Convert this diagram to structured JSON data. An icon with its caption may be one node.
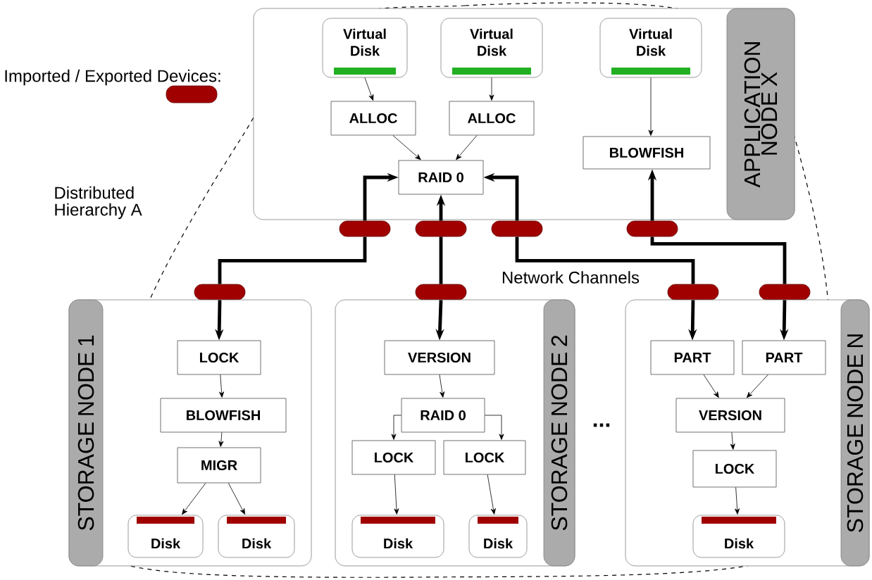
{
  "diagram": {
    "nodes": [
      {
        "text": [
          "APPLICATION NODE X"
        ]
      },
      {
        "text": [
          "Virtual Disk"
        ],
        "in": 0
      },
      {
        "text": [
          "Virtual Disk"
        ],
        "in": 0
      },
      {
        "text": [
          "Virtual Disk"
        ],
        "in": 0
      },
      {
        "text": [
          "ALLOC"
        ],
        "in": 0
      },
      {
        "text": [
          "ALLOC"
        ],
        "in": 0
      },
      {
        "text": [
          "BLOWFISH"
        ],
        "in": 0
      },
      {
        "text": [
          "RAID 0"
        ],
        "in": 0
      },
      {
        "text": [],
        "shape": "capsule"
      },
      {
        "text": [],
        "shape": "capsule"
      },
      {
        "text": [],
        "shape": "capsule"
      },
      {
        "text": [],
        "shape": "capsule"
      },
      {
        "text": [],
        "shape": "capsule"
      },
      {
        "text": [],
        "shape": "capsule"
      },
      {
        "text": [],
        "shape": "capsule"
      },
      {
        "text": [],
        "shape": "capsule"
      },
      {
        "text": [
          "STORAGE NODE 1"
        ]
      },
      {
        "text": [
          "LOCK"
        ],
        "in": 16
      },
      {
        "text": [
          "BLOWFISH"
        ],
        "in": 16
      },
      {
        "text": [
          "MIGR"
        ],
        "in": 16
      },
      {
        "text": [
          "Disk"
        ],
        "in": 16
      },
      {
        "text": [
          "Disk"
        ],
        "in": 16
      },
      {
        "text": [
          "STORAGE NODE 2"
        ]
      },
      {
        "text": [
          "VERSION"
        ],
        "in": 22
      },
      {
        "text": [
          "RAID 0"
        ],
        "in": 22
      },
      {
        "text": [
          "LOCK"
        ],
        "in": 22
      },
      {
        "text": [
          "LOCK"
        ],
        "in": 22
      },
      {
        "text": [
          "Disk"
        ],
        "in": 22
      },
      {
        "text": [
          "Disk"
        ],
        "in": 22
      },
      {
        "text": [
          "STORAGE NODE N"
        ]
      },
      {
        "text": [
          "PART"
        ],
        "in": 29
      },
      {
        "text": [
          "PART"
        ],
        "in": 29
      },
      {
        "text": [
          "VERSION"
        ],
        "in": 29
      },
      {
        "text": [
          "LOCK"
        ],
        "in": 29
      },
      {
        "text": [
          "Disk"
        ],
        "in": 29
      }
    ],
    "edges": [
      {
        "from": 1,
        "to": 4,
        "arrow": "to"
      },
      {
        "from": 2,
        "to": 5,
        "arrow": "to"
      },
      {
        "from": 3,
        "to": 6,
        "arrow": "to"
      },
      {
        "from": 4,
        "to": 7,
        "arrow": "to"
      },
      {
        "from": 5,
        "to": 7,
        "arrow": "to"
      },
      {
        "from": 8,
        "to": 7,
        "arrow": "to",
        "style": "thick"
      },
      {
        "from": 9,
        "to": 7,
        "arrow": "to",
        "style": "thick"
      },
      {
        "from": 10,
        "to": 7,
        "arrow": "to",
        "style": "thick"
      },
      {
        "from": 11,
        "to": 6,
        "arrow": "to",
        "style": "thick"
      },
      {
        "from": 8,
        "to": 12,
        "arrow": "none",
        "style": "thick"
      },
      {
        "from": 9,
        "to": 13,
        "arrow": "none",
        "style": "thick"
      },
      {
        "from": 10,
        "to": 14,
        "arrow": "none",
        "style": "thick"
      },
      {
        "from": 11,
        "to": 15,
        "arrow": "none",
        "style": "thick"
      },
      {
        "from": 12,
        "to": 17,
        "arrow": "to",
        "style": "thick"
      },
      {
        "from": 13,
        "to": 23,
        "arrow": "to",
        "style": "thick"
      },
      {
        "from": 14,
        "to": 30,
        "arrow": "to",
        "style": "thick"
      },
      {
        "from": 15,
        "to": 31,
        "arrow": "to",
        "style": "thick"
      },
      {
        "from": 17,
        "to": 18,
        "arrow": "to"
      },
      {
        "from": 18,
        "to": 19,
        "arrow": "to"
      },
      {
        "from": 19,
        "to": 20,
        "arrow": "to"
      },
      {
        "from": 19,
        "to": 21,
        "arrow": "to"
      },
      {
        "from": 23,
        "to": 24,
        "arrow": "to"
      },
      {
        "from": 24,
        "to": 25,
        "arrow": "to"
      },
      {
        "from": 24,
        "to": 26,
        "arrow": "to"
      },
      {
        "from": 25,
        "to": 27,
        "arrow": "to"
      },
      {
        "from": 26,
        "to": 28,
        "arrow": "to"
      },
      {
        "from": 30,
        "to": 32,
        "arrow": "to"
      },
      {
        "from": 31,
        "to": 32,
        "arrow": "to"
      },
      {
        "from": 32,
        "to": 33,
        "arrow": "to"
      },
      {
        "from": 33,
        "to": 34,
        "arrow": "to"
      }
    ],
    "labels": [
      "Distributed Hierarchy A",
      "Network Channels",
      "..."
    ],
    "legend": [
      {
        "text": "Imported / Exported Devices:"
      }
    ]
  }
}
